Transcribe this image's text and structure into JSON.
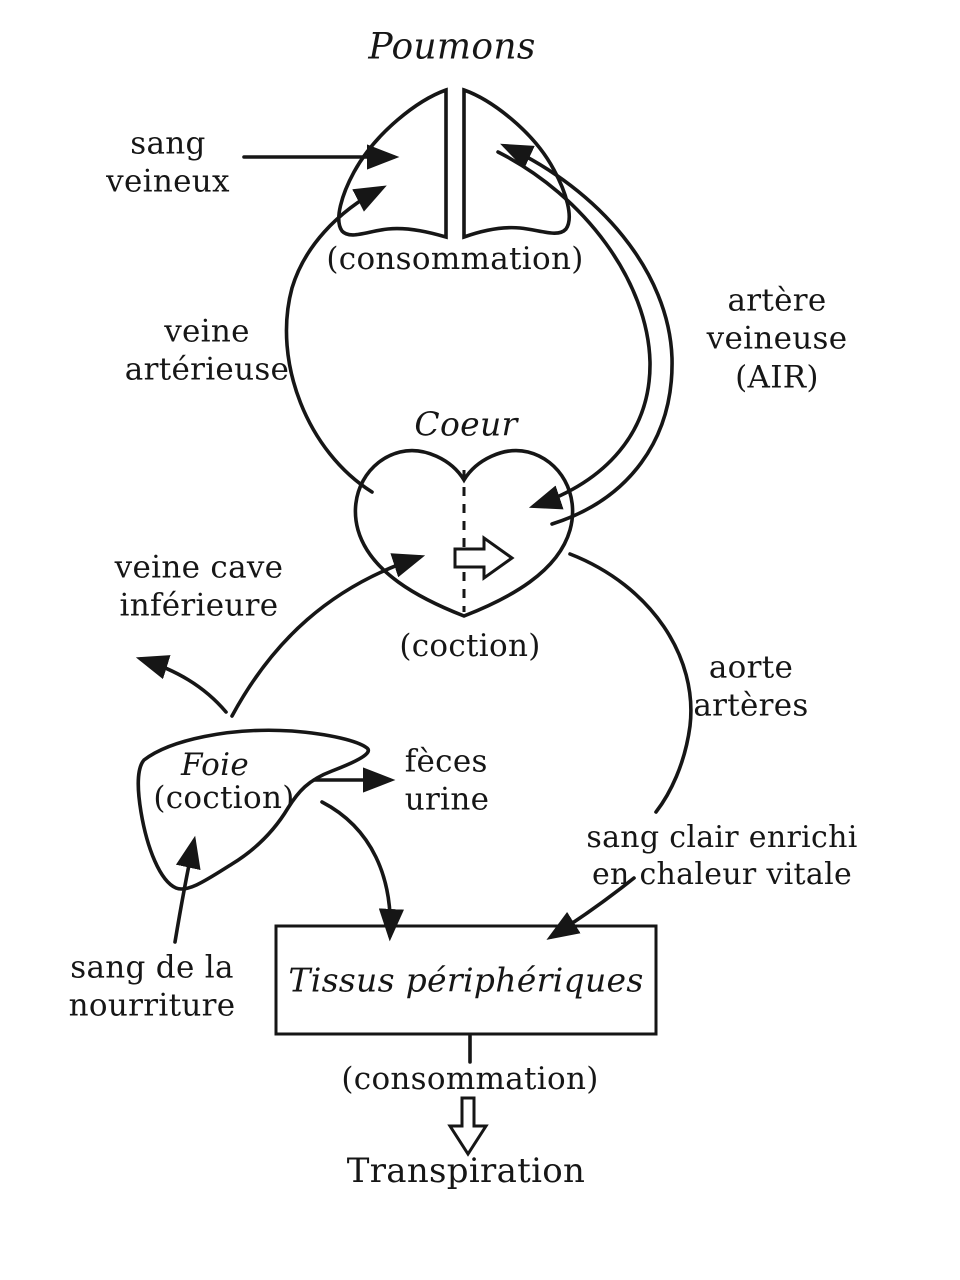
{
  "diagram": {
    "title": "Galenic circulation diagram",
    "colors": {
      "ink": "#161616",
      "background": "#ffffff"
    },
    "labels": {
      "poumons": "Poumons",
      "sang_veineux": [
        "sang",
        "veineux"
      ],
      "consommation_top": "(consommation)",
      "veine_arterieuse": [
        "veine",
        "artérieuse"
      ],
      "artere_veineuse": [
        "artère",
        "veineuse",
        "(AIR)"
      ],
      "coeur": "Coeur",
      "veine_cave": [
        "veine cave",
        "inférieure"
      ],
      "coction_heart": "(coction)",
      "aorte": [
        "aorte",
        "artères"
      ],
      "foie": "Foie",
      "foie_coction": "(coction)",
      "feces_urine": [
        "fèces",
        "urine"
      ],
      "sang_clair": [
        "sang clair enrichi",
        "en chaleur vitale"
      ],
      "sang_nourriture": [
        "sang de la",
        "nourriture"
      ],
      "tissus": "Tissus périphériques",
      "consommation_bottom": "(consommation)",
      "transpiration": "Transpiration"
    }
  }
}
